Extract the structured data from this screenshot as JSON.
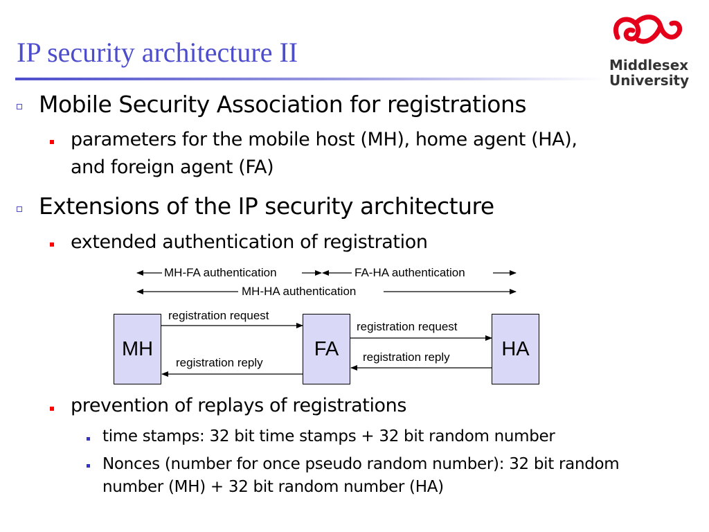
{
  "slide": {
    "title": "IP security architecture II"
  },
  "logo": {
    "line1": "Middlesex",
    "line2": "University",
    "color": "#e4001b"
  },
  "bullets": {
    "b1": "Mobile Security Association for registrations",
    "b1_1_line1": "parameters for the mobile host (MH), home agent (HA),",
    "b1_1_line2": "and foreign agent (FA)",
    "b2": "Extensions of the IP security architecture",
    "b2_1": "extended authentication of registration",
    "b2_2": "prevention of replays of registrations",
    "b2_2_1": "time stamps: 32 bit time stamps + 32 bit random number",
    "b2_2_2_line1": "Nonces (number for once pseudo random number): 32 bit random",
    "b2_2_2_line2": "number (MH) + 32 bit random number (HA)"
  },
  "diagram": {
    "auth_mh_fa": "MH-FA authentication",
    "auth_fa_ha": "FA-HA authentication",
    "auth_mh_ha": "MH-HA authentication",
    "nodes": {
      "mh": "MH",
      "fa": "FA",
      "ha": "HA"
    },
    "msg_mh_fa_request": "registration request",
    "msg_fa_mh_reply": "registration reply",
    "msg_fa_ha_request": "registration request",
    "msg_ha_fa_reply": "registration reply"
  },
  "colors": {
    "title": "#4d4dcc",
    "bullet_red": "#ff0000",
    "bullet_blue": "#3333cc",
    "node_fill": "#d9d9f7"
  }
}
